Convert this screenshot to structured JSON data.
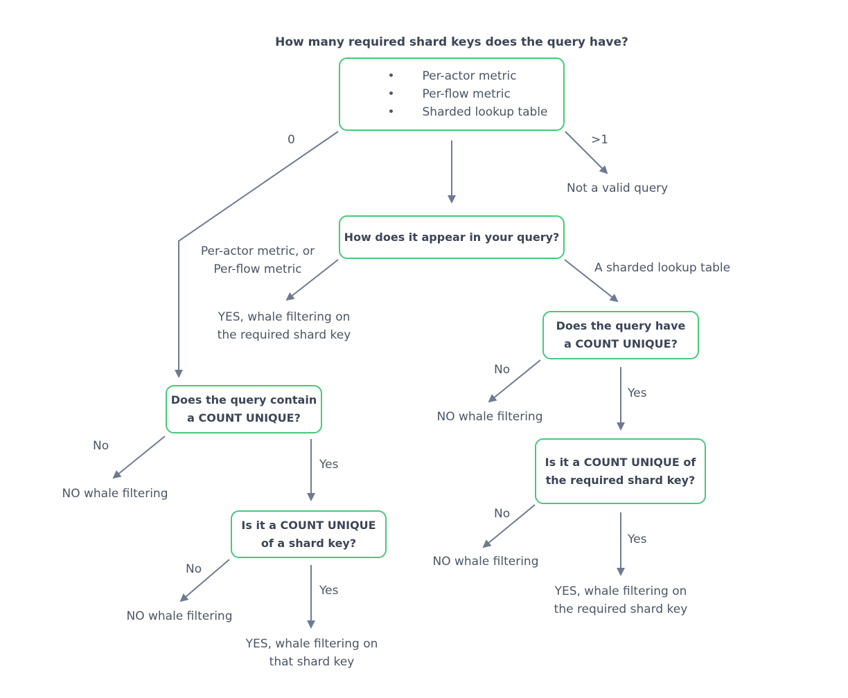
{
  "question_top": "How many required shard keys does the query have?",
  "root_items": [
    "Per-actor metric",
    "Per-flow metric",
    "Sharded lookup table"
  ],
  "bullet": "•",
  "edge_labels": {
    "zero": "0",
    "more_than_one": ">1",
    "per_metric_line1": "Per-actor metric, or",
    "per_metric_line2": "Per-flow metric",
    "sharded_lookup": "A sharded lookup table",
    "no": "No",
    "yes": "Yes"
  },
  "nodes": {
    "appear": "How does it appear in your query?",
    "contain_cu_l1": "Does the query contain",
    "contain_cu_l2": "a COUNT UNIQUE?",
    "cu_of_shard_l1": "Is it a COUNT UNIQUE",
    "cu_of_shard_l2": "of a shard key?",
    "have_cu_l1": "Does the query have",
    "have_cu_l2": "a COUNT UNIQUE?",
    "cu_required_l1": "Is it a COUNT UNIQUE of",
    "cu_required_l2": "the required shard key?"
  },
  "outcomes": {
    "not_valid": "Not a valid query",
    "yes_required_l1": "YES, whale filtering on",
    "yes_required_l2": "the required shard key",
    "no_whale": "NO whale filtering",
    "yes_that_l1": "YES, whale filtering on",
    "yes_that_l2": "that shard key"
  },
  "colors": {
    "box_border": "#45c978",
    "arrow": "#6e7a91",
    "text": "#4a5565"
  }
}
